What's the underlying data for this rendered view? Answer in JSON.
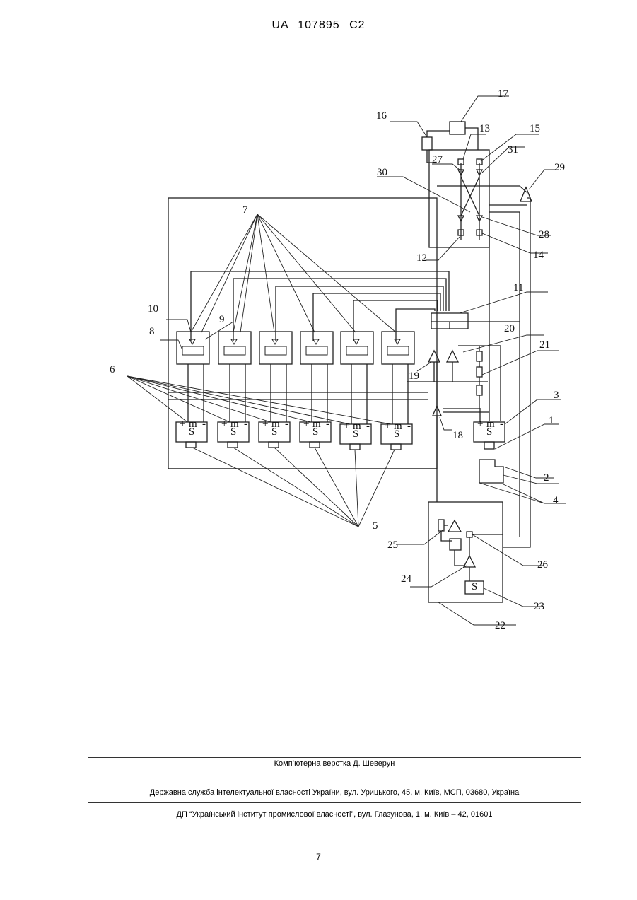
{
  "header": {
    "doc_id": "UA   107895   C2"
  },
  "figure": {
    "labels": [
      "1",
      "2",
      "3",
      "4",
      "5",
      "6",
      "7",
      "8",
      "9",
      "10",
      "11",
      "12",
      "13",
      "14",
      "15",
      "16",
      "17",
      "18",
      "19",
      "20",
      "21",
      "22",
      "23",
      "24",
      "25",
      "26",
      "27",
      "28",
      "29",
      "30",
      "31"
    ],
    "module_symbol": "S",
    "module_terminals": [
      "+",
      "m",
      "-"
    ]
  },
  "footer": {
    "layout": "Комп’ютерна верстка Д. Шеверун",
    "publisher": "Державна служба інтелектуальної власності України, вул. Урицького, 45, м. Київ, МСП, 03680, Україна",
    "institute": "ДП “Український інститут промислової власності”, вул. Глазунова, 1, м. Київ – 42, 01601"
  },
  "page_number": "7"
}
